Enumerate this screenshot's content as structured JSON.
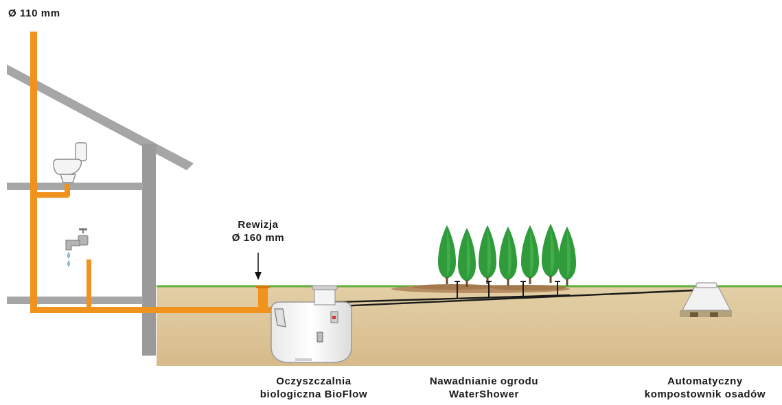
{
  "labels": {
    "vent_pipe": "Ø 110 mm",
    "inspection": {
      "line1": "Rewizja",
      "line2": "Ø 160 mm"
    },
    "treatment_plant": {
      "line1": "Oczyszczalnia",
      "line2": "biologiczna BioFlow"
    },
    "irrigation": {
      "line1": "Nawadnianie ogrodu",
      "line2": "WaterShower"
    },
    "composter": {
      "line1": "Automatyczny",
      "line2": "kompostownik osadów"
    }
  },
  "colors": {
    "pipe": "#f0921e",
    "pipe_dark": "#d97a0a",
    "soil": "#dcc59a",
    "grass": "#5fae3c",
    "house": "#9a9a9a",
    "tree": "#2f9b3a",
    "hose": "#1a1a1a"
  },
  "icons": [
    "toilet-icon",
    "faucet-icon",
    "tree-icon",
    "tank-icon",
    "composter-icon"
  ]
}
